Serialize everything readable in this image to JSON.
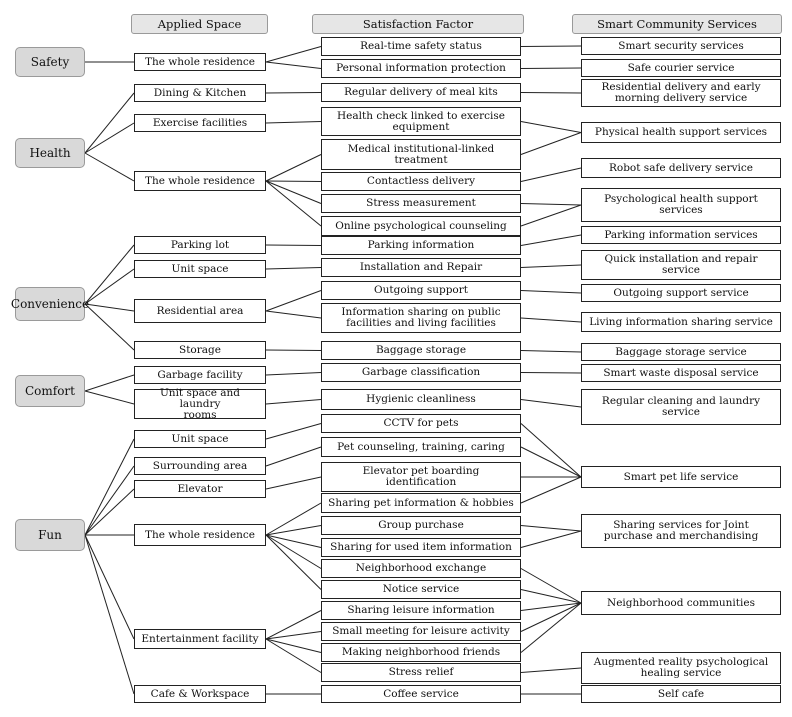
{
  "headers": {
    "applied_space": "Applied Space",
    "satisfaction_factor": "Satisfaction Factor",
    "services": "Smart Community Services"
  },
  "categories": [
    "Safety",
    "Health",
    "Convenience",
    "Comfort",
    "Fun"
  ],
  "applied_spaces": [
    "The whole residence",
    "Dining & Kitchen",
    "Exercise facilities",
    "The whole residence",
    "Parking lot",
    "Unit space",
    "Residential area",
    "Storage",
    "Garbage facility",
    "Unit space and laundry\nrooms",
    "Unit space",
    "Surrounding area",
    "Elevator",
    "The whole residence",
    "Entertainment facility",
    "Cafe & Workspace"
  ],
  "satisfaction_factors": [
    "Real-time safety status",
    "Personal information protection",
    "Regular delivery of meal kits",
    "Health check linked to exercise\nequipment",
    "Medical institutional-linked\ntreatment",
    "Contactless delivery",
    "Stress measurement",
    "Online psychological counseling",
    "Parking information",
    "Installation and Repair",
    "Outgoing support",
    "Information sharing on public\nfacilities and living facilities",
    "Baggage storage",
    "Garbage classification",
    "Hygienic cleanliness",
    "CCTV for pets",
    "Pet counseling, training, caring",
    "Elevator pet boarding\nidentification",
    "Sharing pet information & hobbies",
    "Group purchase",
    "Sharing for used item information",
    "Neighborhood exchange",
    "Notice service",
    "Sharing leisure information",
    "Small meeting for leisure activity",
    "Making neighborhood friends",
    "Stress relief",
    "Coffee service"
  ],
  "services": [
    "Smart security services",
    "Safe courier service",
    "Residential delivery and early\nmorning delivery service",
    "Physical health support services",
    "Robot safe delivery service",
    "Psychological health support\nservices",
    "Parking information services",
    "Quick installation and repair\nservice",
    "Outgoing support service",
    "Living information sharing service",
    "Baggage storage service",
    "Smart waste disposal service",
    "Regular cleaning and laundry\nservice",
    "Smart pet life service",
    "Sharing services for Joint\npurchase and merchandising",
    "Neighborhood communities",
    "Augmented reality psychological\nhealing service",
    "Self cafe"
  ]
}
